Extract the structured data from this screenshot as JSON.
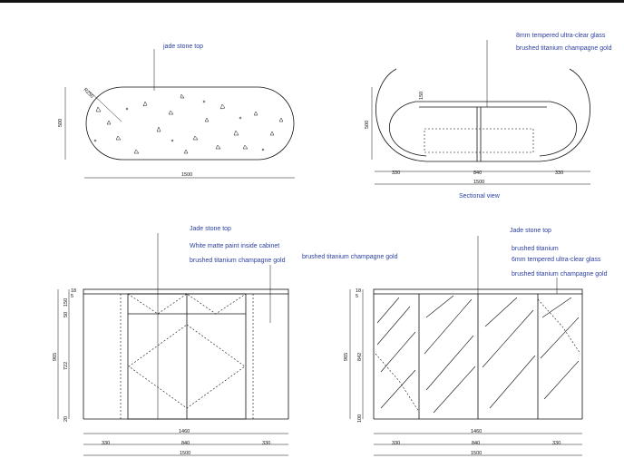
{
  "notes": {
    "top_left": "jade stone top",
    "top_right_glass": "8mm tempered ultra-clear glass",
    "top_right_metal": "brushed titanium champagne gold",
    "sectional_caption": "Sectional view",
    "bl_top": "Jade stone top",
    "bl_paint": "White matte paint inside cabinet",
    "bl_metal": "brushed titanium champagne gold",
    "mid_metal": "brushed titanium champagne gold",
    "br_top": "Jade stone top",
    "br_titanium": "brushed titanium",
    "br_glass": "6mm tempered ultra-clear glass",
    "br_metal": "brushed titanium champagne gold"
  },
  "dims": {
    "plan_radius": "R250",
    "plan_depth": "500",
    "plan_length": "1500",
    "sec_depth": "500",
    "sec_rail": "150",
    "sec_seg_left": "330",
    "sec_seg_mid": "840",
    "sec_seg_right": "330",
    "sec_total": "1500",
    "front_top_a": "18",
    "front_top_b": "5",
    "front_top_c": "150",
    "front_top_d": "50",
    "front_height": "965",
    "front_mid": "722",
    "front_base": "20",
    "front_inner": "1460",
    "front_seg_left": "330",
    "front_seg_mid": "840",
    "front_seg_right": "330",
    "front_total": "1500",
    "side_top_a": "18",
    "side_top_b": "5",
    "side_height": "965",
    "side_mid": "842",
    "side_base": "100",
    "side_inner": "1460",
    "side_seg_left": "330",
    "side_seg_mid": "840",
    "side_seg_right": "330",
    "side_total": "1500"
  }
}
